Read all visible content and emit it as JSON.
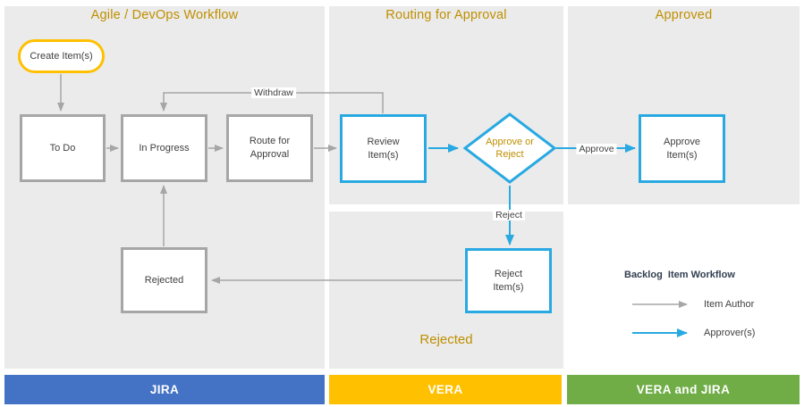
{
  "diagram": {
    "lanes": [
      {
        "header": "Agile / DevOps Workflow",
        "footer": "JIRA"
      },
      {
        "header": "Routing for Approval",
        "footer": "VERA",
        "bottom_section_label": "Rejected"
      },
      {
        "header": "Approved",
        "footer": "VERA and JIRA"
      }
    ],
    "nodes": {
      "create_items": "Create Item(s)",
      "to_do": "To Do",
      "in_progress": "In Progress",
      "route_for_approval": "Route for Approval",
      "review_items": "Review\nItem(s)",
      "approve_or_reject": "Approve or\nReject",
      "approve_items": "Approve\nItem(s)",
      "reject_items": "Reject\nItem(s)",
      "rejected": "Rejected"
    },
    "edge_labels": {
      "withdraw": "Withdraw",
      "approve": "Approve",
      "reject": "Reject"
    },
    "legend": {
      "title": "Backlog  Item Workflow",
      "items": [
        {
          "label": "Item Author",
          "color": "#A6A6A6"
        },
        {
          "label": "Approver(s)",
          "color": "#29A9E1"
        }
      ]
    },
    "colors": {
      "lane_background": "#EBEBEB",
      "lane_header_text": "#BF8F00",
      "author_flow_gray": "#A6A6A6",
      "approver_flow_blue": "#29A9E1",
      "create_shape_border": "#FFC000",
      "node_text": "#404040",
      "jira_bar": "#4472C4",
      "vera_bar": "#FFC000",
      "vera_and_jira_bar": "#70AD47"
    }
  }
}
